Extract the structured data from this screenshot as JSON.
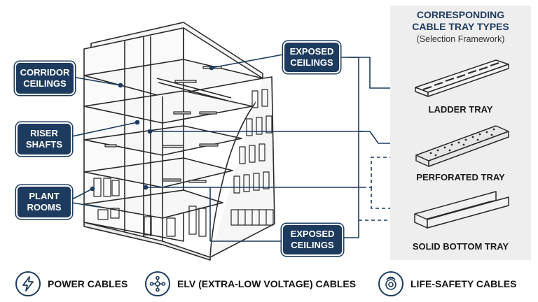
{
  "labels": {
    "corridor": [
      "CORRIDOR",
      "CEILINGS"
    ],
    "riser": [
      "RISER",
      "SHAFTS"
    ],
    "plant": [
      "PLANT",
      "ROOMS"
    ],
    "exposed_top": [
      "EXPOSED",
      "CEILINGS"
    ],
    "exposed_bottom": [
      "EXPOSED",
      "CEILINGS"
    ]
  },
  "panel": {
    "title_line1": "CORRESPONDING",
    "title_line2": "CABLE TRAY TYPES",
    "subtitle": "(Selection Framework)",
    "trays": [
      "LADDER TRAY",
      "PERFORATED TRAY",
      "SOLID BOTTOM TRAY"
    ]
  },
  "legend": [
    {
      "label": "POWER CABLES",
      "icon": "lightning-icon"
    },
    {
      "label": "ELV (EXTRA-LOW VOLTAGE) CABLES",
      "icon": "network-nodes-icon"
    },
    {
      "label": "LIFE-SAFETY CABLES",
      "icon": "fire-alarm-icon"
    }
  ],
  "colors": {
    "navy": "#1d3b5e",
    "panel": "#eeeeee",
    "line": "#2a2a2a"
  }
}
